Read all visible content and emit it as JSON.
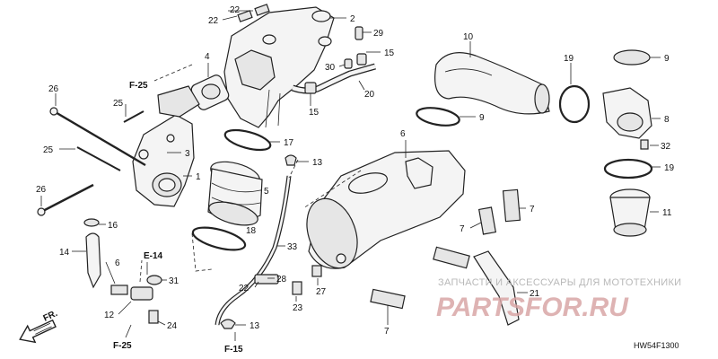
{
  "diagram": {
    "callouts": [
      {
        "id": "c1",
        "text": "1"
      },
      {
        "id": "c2",
        "text": "2"
      },
      {
        "id": "c3",
        "text": "3"
      },
      {
        "id": "c4",
        "text": "4"
      },
      {
        "id": "c5",
        "text": "5"
      },
      {
        "id": "c6a",
        "text": "6"
      },
      {
        "id": "c6b",
        "text": "6"
      },
      {
        "id": "c7a",
        "text": "7"
      },
      {
        "id": "c7b",
        "text": "7"
      },
      {
        "id": "c7c",
        "text": "7"
      },
      {
        "id": "c8",
        "text": "8"
      },
      {
        "id": "c9a",
        "text": "9"
      },
      {
        "id": "c9b",
        "text": "9"
      },
      {
        "id": "c10",
        "text": "10"
      },
      {
        "id": "c11",
        "text": "11"
      },
      {
        "id": "c12",
        "text": "12"
      },
      {
        "id": "c13a",
        "text": "13"
      },
      {
        "id": "c13b",
        "text": "13"
      },
      {
        "id": "c14",
        "text": "14"
      },
      {
        "id": "c15a",
        "text": "15"
      },
      {
        "id": "c15b",
        "text": "15"
      },
      {
        "id": "c16",
        "text": "16"
      },
      {
        "id": "c17",
        "text": "17"
      },
      {
        "id": "c18",
        "text": "18"
      },
      {
        "id": "c19a",
        "text": "19"
      },
      {
        "id": "c19b",
        "text": "19"
      },
      {
        "id": "c20",
        "text": "20"
      },
      {
        "id": "c21",
        "text": "21"
      },
      {
        "id": "c22a",
        "text": "22"
      },
      {
        "id": "c22b",
        "text": "22"
      },
      {
        "id": "c22c",
        "text": "22"
      },
      {
        "id": "c23",
        "text": "23"
      },
      {
        "id": "c24",
        "text": "24"
      },
      {
        "id": "c25a",
        "text": "25"
      },
      {
        "id": "c25b",
        "text": "25"
      },
      {
        "id": "c26a",
        "text": "26"
      },
      {
        "id": "c26b",
        "text": "26"
      },
      {
        "id": "c27",
        "text": "27"
      },
      {
        "id": "c28",
        "text": "28"
      },
      {
        "id": "c29",
        "text": "29"
      },
      {
        "id": "c30",
        "text": "30"
      },
      {
        "id": "c31",
        "text": "31"
      },
      {
        "id": "c32",
        "text": "32"
      },
      {
        "id": "c33",
        "text": "33"
      }
    ],
    "refs": {
      "f25_top": "F-25",
      "f25_bottom": "F-25",
      "e14": "E-14",
      "f15": "F-15"
    },
    "front_arrow": "FR.",
    "diagram_code": "HW54F1300"
  },
  "watermark": {
    "caption": "ЗАПЧАСТИ И АКСЕССУАРЫ ДЛЯ МОТОТЕХНИКИ",
    "brand": "PARTSFOR.RU"
  }
}
